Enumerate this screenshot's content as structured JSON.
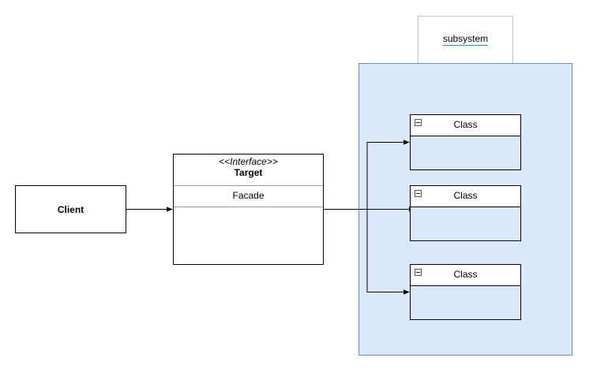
{
  "subsystem": {
    "label": "subsystem"
  },
  "client": {
    "name": "Client"
  },
  "target": {
    "stereotype": "<<Interface>>",
    "name": "Target",
    "operation": "Facade"
  },
  "classes": [
    {
      "name": "Class"
    },
    {
      "name": "Class"
    },
    {
      "name": "Class"
    }
  ],
  "colors": {
    "subsystem_fill": "#dae8fc",
    "subsystem_border": "#6c8ebf",
    "line": "#000000"
  }
}
